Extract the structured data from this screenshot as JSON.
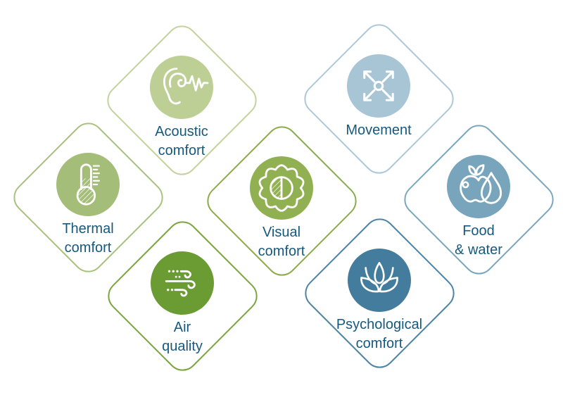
{
  "diagram": {
    "background": "#ffffff",
    "text_color": "#15597f",
    "items": [
      {
        "id": "acoustic",
        "label_line1": "Acoustic",
        "label_line2": "comfort",
        "icon": "ear-sound-wave-icon",
        "circle_color": "#becf96",
        "border_color": "#c4d29e"
      },
      {
        "id": "movement",
        "label_line1": "Movement",
        "label_line2": "",
        "icon": "expand-arrows-icon",
        "circle_color": "#a8c5d5",
        "border_color": "#adc8d8"
      },
      {
        "id": "thermal",
        "label_line1": "Thermal",
        "label_line2": "comfort",
        "icon": "thermometer-icon",
        "circle_color": "#a4bd78",
        "border_color": "#a9c17e"
      },
      {
        "id": "visual",
        "label_line1": "Visual",
        "label_line2": "comfort",
        "icon": "sun-contrast-icon",
        "circle_color": "#90b052",
        "border_color": "#8cac4c"
      },
      {
        "id": "food",
        "label_line1": "Food",
        "label_line2": "& water",
        "icon": "apple-droplet-icon",
        "circle_color": "#78a5bc",
        "border_color": "#7ba7be"
      },
      {
        "id": "air",
        "label_line1": "Air",
        "label_line2": "quality",
        "icon": "wind-icon",
        "circle_color": "#6b9b33",
        "border_color": "#7aa53f"
      },
      {
        "id": "psychological",
        "label_line1": "Psychological",
        "label_line2": "comfort",
        "icon": "lotus-icon",
        "circle_color": "#447c9d",
        "border_color": "#4d83a5"
      }
    ]
  }
}
